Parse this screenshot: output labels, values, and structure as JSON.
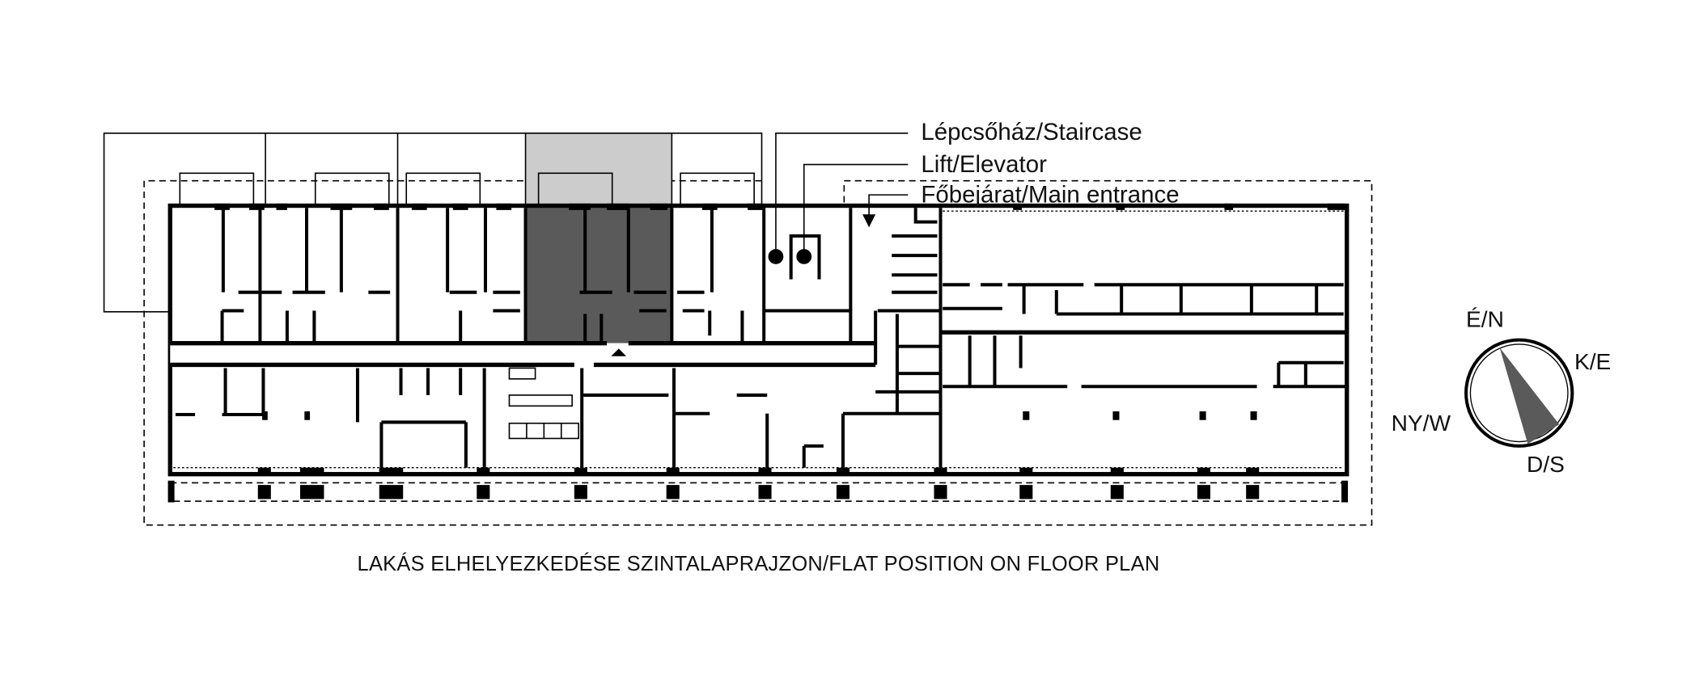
{
  "legend": {
    "staircase": "Lépcsőház/Staircase",
    "elevator": "Lift/Elevator",
    "main_entrance": "Főbejárat/Main entrance"
  },
  "caption": "LAKÁS ELHELYEZKEDÉSE SZINTALAPRAJZON/FLAT POSITION ON FLOOR PLAN",
  "compass": {
    "north": "É/N",
    "east": "K/E",
    "west": "NY/W",
    "south": "D/S"
  },
  "colors": {
    "highlight_flat": "#5a5a5a",
    "highlight_balcony": "#cccccc",
    "compass_needle": "#5a5a5a"
  }
}
